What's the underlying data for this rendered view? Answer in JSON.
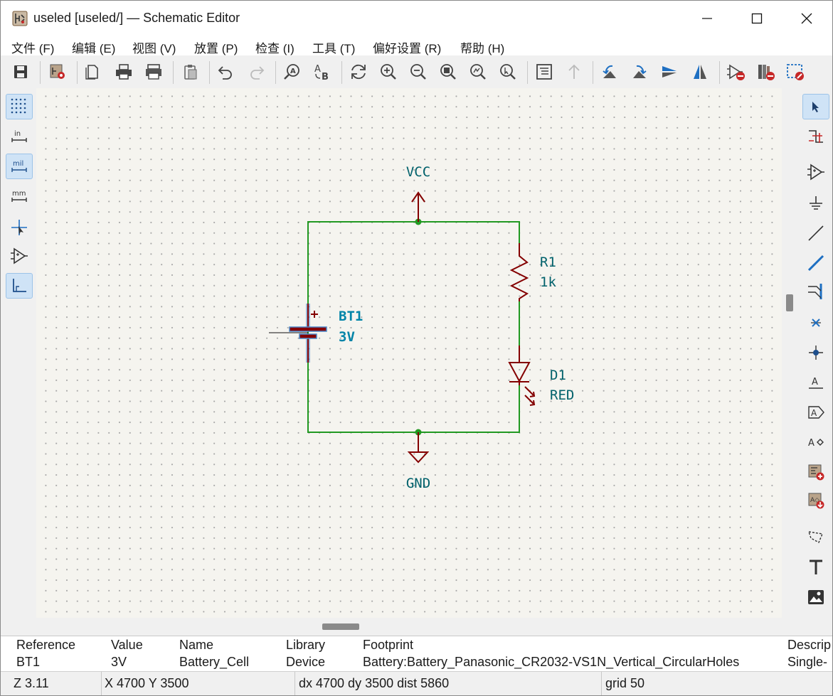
{
  "window": {
    "title": "useled [useled/] — Schematic Editor",
    "controls": [
      "minimize",
      "maximize",
      "close"
    ]
  },
  "menu": [
    "文件 (F)",
    "编辑 (E)",
    "视图 (V)",
    "放置 (P)",
    "检查 (I)",
    "工具 (T)",
    "偏好设置 (R)",
    "帮助 (H)"
  ],
  "toolbar": {
    "icons": [
      "save-icon",
      "schematic-setup-icon",
      "page-settings-icon",
      "print-icon",
      "plot-icon",
      "paste-icon",
      "undo-icon",
      "redo-icon",
      "find-icon",
      "find-replace-icon",
      "refresh-icon",
      "zoom-in-icon",
      "zoom-out-icon",
      "zoom-fit-icon",
      "zoom-objects-icon",
      "zoom-selection-icon",
      "hierarchy-navigator-icon",
      "leave-sheet-icon",
      "rotate-ccw-icon",
      "rotate-cw-icon",
      "mirror-vertical-icon",
      "mirror-horizontal-icon",
      "symbol-editor-icon",
      "symbol-browser-icon",
      "annotate-icon"
    ]
  },
  "left_toolbar": {
    "items": [
      {
        "icon": "grid-toggle-icon",
        "active": true
      },
      {
        "icon": "units-inches-icon",
        "text": "in",
        "active": false
      },
      {
        "icon": "units-mils-icon",
        "text": "mil",
        "active": true
      },
      {
        "icon": "units-mm-icon",
        "text": "mm",
        "active": false
      },
      {
        "icon": "cursor-fullscreen-icon",
        "active": false
      },
      {
        "icon": "hidden-pins-icon",
        "active": false
      },
      {
        "icon": "line-mode-icon",
        "active": true
      }
    ]
  },
  "right_toolbar": {
    "items": [
      "select-icon",
      "highlight-net-icon",
      "add-symbol-icon",
      "add-power-icon",
      "add-wire-icon",
      "add-bus-icon",
      "wire-to-bus-entry-icon",
      "no-connect-icon",
      "add-junction-icon",
      "add-label-icon",
      "add-global-label-icon",
      "add-hierarchical-label-icon",
      "add-hierarchical-sheet-icon",
      "import-sheet-pin-icon",
      "add-graphic-lines-icon",
      "add-text-icon",
      "add-image-icon"
    ]
  },
  "schematic": {
    "power_top": "VCC",
    "power_bottom": "GND",
    "components": [
      {
        "reference": "R1",
        "value": "1k"
      },
      {
        "reference": "D1",
        "value": "RED"
      },
      {
        "reference": "BT1",
        "value": "3V"
      }
    ],
    "colors": {
      "wire": "#229922",
      "component": "#840000",
      "label": "#00616b",
      "selected": "#0084a8"
    }
  },
  "info_panel": {
    "headers": [
      "Reference",
      "Value",
      "Name",
      "Library",
      "Footprint",
      "Descrip"
    ],
    "values": [
      "BT1",
      "3V",
      "Battery_Cell",
      "Device",
      "Battery:Battery_Panasonic_CR2032-VS1N_Vertical_CircularHoles",
      "Single-"
    ]
  },
  "status": {
    "zoom": "Z 3.11",
    "coords": "X 4700  Y 3500",
    "delta": "dx 4700  dy 3500  dist 5860",
    "grid": "grid 50"
  }
}
